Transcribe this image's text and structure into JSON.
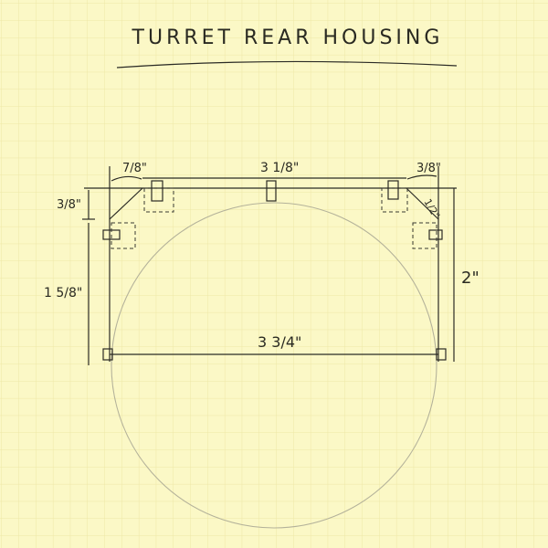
{
  "title": "TURRET REAR HOUSING",
  "dimensions": {
    "top_left_offset": "7/8\"",
    "top_width": "3 1/8\"",
    "top_right_offset": "3/8\"",
    "left_corner_drop": "3/8\"",
    "left_side_height": "1 5/8\"",
    "right_height": "2\"",
    "right_diagonal": "1/2\"",
    "bottom_width": "3 3/4\""
  },
  "colors": {
    "paper": "#fbf8c6",
    "grid": "#efe9a8",
    "ink": "#2b2b25",
    "pencil": "#b4b29a"
  }
}
